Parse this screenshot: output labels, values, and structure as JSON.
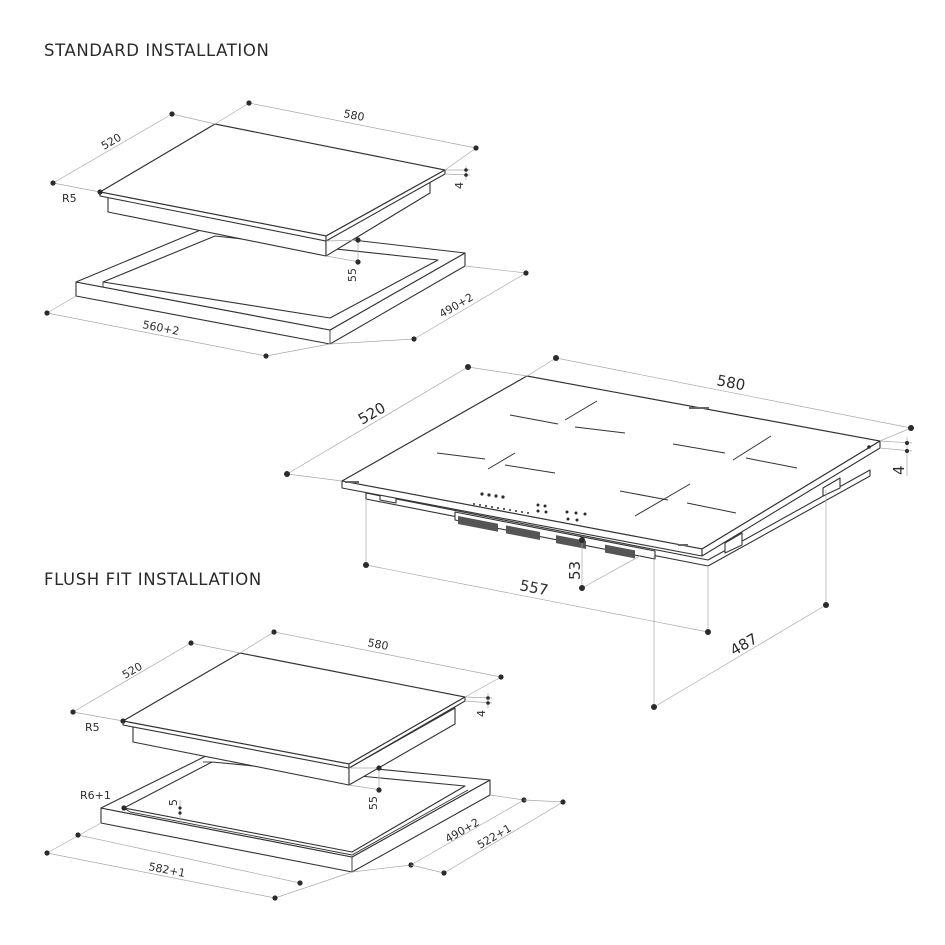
{
  "standard": {
    "title": "STANDARD INSTALLATION",
    "depth": "520",
    "width": "580",
    "radius": "R5",
    "thickness": "4",
    "height": "55",
    "cutout_width": "560+2",
    "cutout_depth": "490+2"
  },
  "flush": {
    "title": "FLUSH FIT INSTALLATION",
    "depth": "520",
    "width": "580",
    "radius": "R5",
    "thickness": "4",
    "height": "55",
    "rebate_radius": "R6+1",
    "rebate_depth": "5",
    "cutout_width": "582+1",
    "cutout_depth_inner": "490+2",
    "cutout_depth_outer": "522+1"
  },
  "hob": {
    "width": "580",
    "depth": "520",
    "thickness": "4",
    "height": "53",
    "base_width": "557",
    "base_depth": "487"
  }
}
